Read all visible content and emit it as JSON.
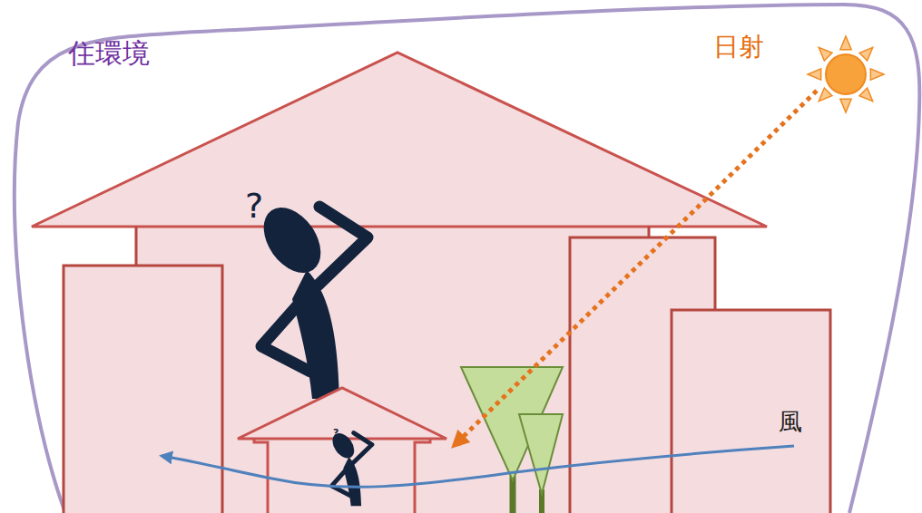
{
  "diagram": {
    "labels": [
      "住環境",
      "日射",
      "風",
      "?",
      "?"
    ]
  }
}
